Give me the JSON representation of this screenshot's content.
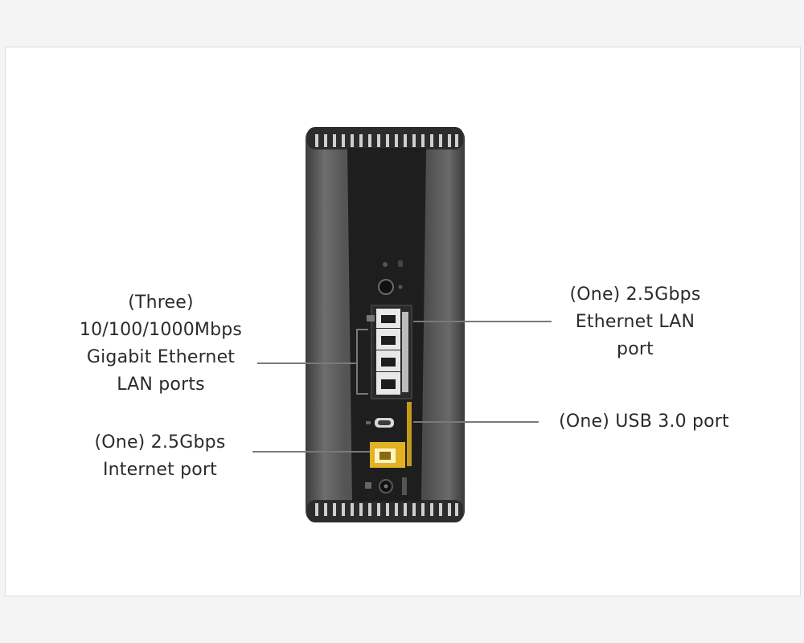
{
  "labels": {
    "lan_ports": [
      "(Three)",
      "10/100/1000Mbps",
      "Gigabit Ethernet",
      "LAN ports"
    ],
    "internet_port": [
      "(One) 2.5Gbps",
      "Internet port"
    ],
    "lan_25g": [
      "(One) 2.5Gbps",
      "Ethernet LAN",
      "port"
    ],
    "usb": [
      "(One) USB 3.0 port"
    ]
  },
  "colors": {
    "label_text": "#2b2b2b",
    "leader_line": "#7a7a7a",
    "router_body": "#5a5a5a",
    "router_panel": "#1e1e1e",
    "internet_port": "#e2b223"
  }
}
